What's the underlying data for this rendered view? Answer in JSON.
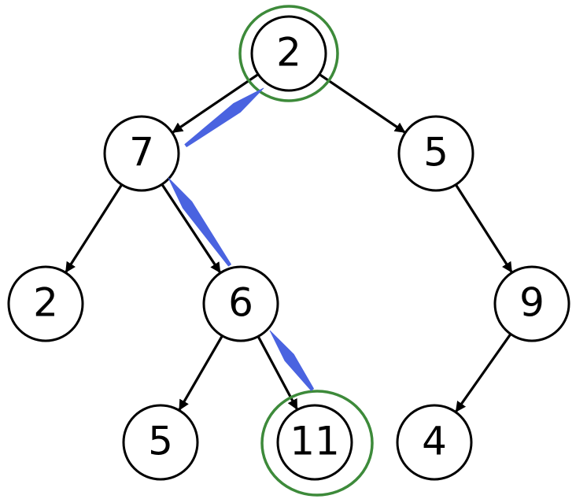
{
  "diagram": {
    "type": "binary-tree",
    "nodes": [
      {
        "id": "root",
        "label": "2"
      },
      {
        "id": "left",
        "label": "7"
      },
      {
        "id": "right",
        "label": "5"
      },
      {
        "id": "left-left",
        "label": "2"
      },
      {
        "id": "left-right",
        "label": "6"
      },
      {
        "id": "right-right",
        "label": "9"
      },
      {
        "id": "left-right-left",
        "label": "5"
      },
      {
        "id": "left-right-right",
        "label": "11"
      },
      {
        "id": "right-right-left",
        "label": "4"
      }
    ],
    "edges": [
      {
        "from": "root",
        "to": "left"
      },
      {
        "from": "root",
        "to": "right"
      },
      {
        "from": "left",
        "to": "left-left"
      },
      {
        "from": "left",
        "to": "left-right"
      },
      {
        "from": "right",
        "to": "right-right"
      },
      {
        "from": "left-right",
        "to": "left-right-left"
      },
      {
        "from": "left-right",
        "to": "left-right-right"
      },
      {
        "from": "right-right",
        "to": "right-right-left"
      }
    ],
    "highlighted_nodes": [
      "root",
      "left-right-right"
    ],
    "path_arrows": [
      {
        "from": "left-right-right",
        "to": "left-right"
      },
      {
        "from": "left-right",
        "to": "left"
      },
      {
        "from": "left",
        "to": "root"
      }
    ],
    "colors": {
      "edge": "#000000",
      "node_fill": "#ffffff",
      "node_stroke": "#000000",
      "highlight": "#3d8a3a",
      "path_arrow": "#4a63e0"
    }
  }
}
